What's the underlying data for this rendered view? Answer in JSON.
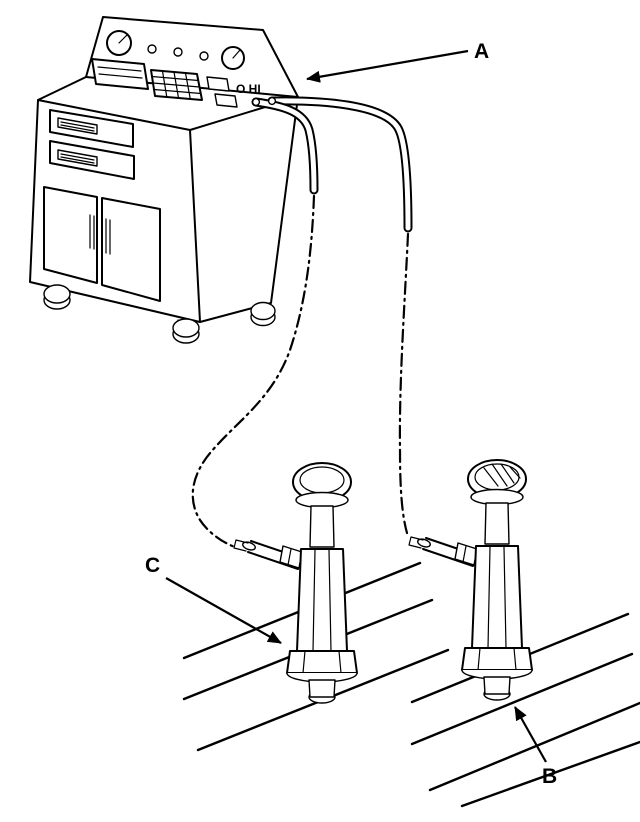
{
  "colors": {
    "ink": "#000000",
    "paper": "#ffffff"
  },
  "labels": {
    "a": "A",
    "b": "B",
    "c": "C",
    "ports": "O HI"
  }
}
